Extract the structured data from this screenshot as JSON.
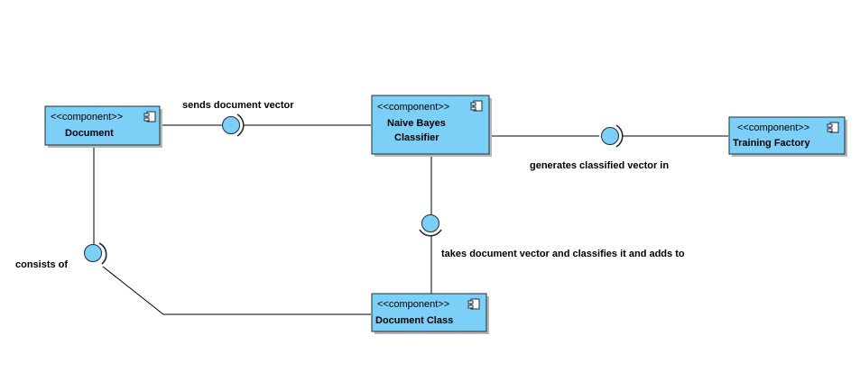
{
  "components": [
    {
      "id": "document",
      "stereotype": "<<component>>",
      "name_lines": [
        "Document"
      ]
    },
    {
      "id": "naive-bayes",
      "stereotype": "<<component>>",
      "name_lines": [
        "Naive Bayes",
        "Classifier"
      ]
    },
    {
      "id": "training-factory",
      "stereotype": "<<component>>",
      "name_lines": [
        "Training Factory"
      ]
    },
    {
      "id": "document-class",
      "stereotype": "<<component>>",
      "name_lines": [
        "Document Class"
      ]
    }
  ],
  "connectors": [
    {
      "id": "sends",
      "label": "sends document vector"
    },
    {
      "id": "generates",
      "label": "generates classified vector in"
    },
    {
      "id": "takes",
      "label": "takes document vector and classifies it and adds to"
    },
    {
      "id": "consists",
      "label": "consists of"
    }
  ],
  "colors": {
    "component_fill": "#7ccff6",
    "border": "#1e2d3a"
  }
}
